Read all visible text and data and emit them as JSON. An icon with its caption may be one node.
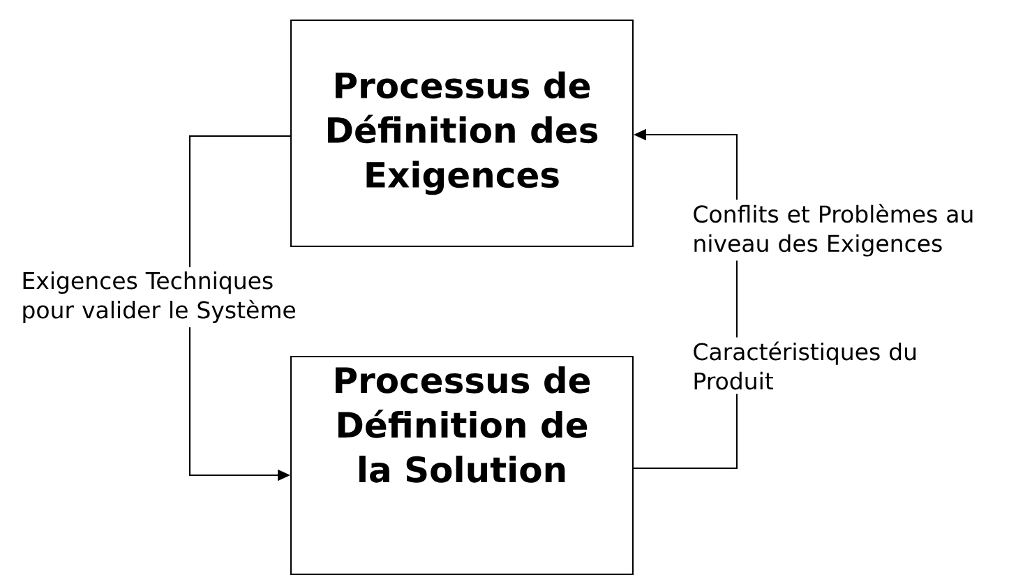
{
  "diagram": {
    "nodes": [
      {
        "text": [
          "Processus de Définition des Exigences"
        ]
      },
      {
        "text": [
          "Processus de Définition de la Solution"
        ]
      }
    ],
    "edges": [
      {
        "from": 0,
        "to": 1,
        "arrow": "to",
        "label": "Exigences Techniques pour valider le Système"
      },
      {
        "from": 1,
        "to": 0,
        "arrow": "to",
        "label": "Conflits et Problèmes au niveau des Exigences"
      }
    ],
    "labels": [
      "Caractéristiques du Produit"
    ]
  }
}
